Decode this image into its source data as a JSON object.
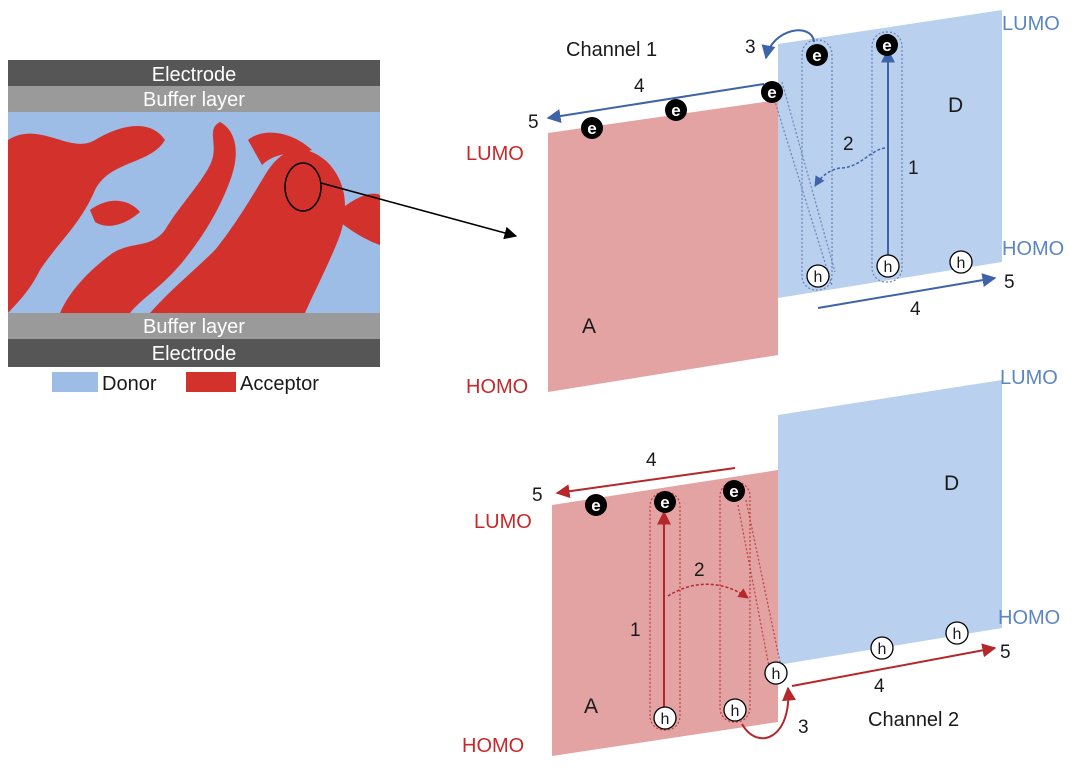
{
  "device": {
    "electrode_top": "Electrode",
    "buffer_top": "Buffer layer",
    "buffer_bottom": "Buffer layer",
    "electrode_bottom": "Electrode"
  },
  "legend": {
    "donor": "Donor",
    "acceptor": "Acceptor"
  },
  "colors": {
    "donor": "#9dbde6",
    "donor_panel": "#b9d0ee",
    "acceptor": "#d2312c",
    "acceptor_panel": "#e4a3a3",
    "electrode": "#565656",
    "buffer": "#9a9a9a",
    "red_text": "#c8282a",
    "blue_text": "#5b86c4"
  },
  "top": {
    "channel": "Channel 1",
    "lumo_a": "LUMO",
    "homo_a": "HOMO",
    "lumo_d": "LUMO",
    "homo_d": "HOMO",
    "label_a": "A",
    "label_d": "D",
    "n1": "1",
    "n2": "2",
    "n3": "3",
    "n4_top": "4",
    "n4_bottom": "4",
    "n5_left": "5",
    "n5_right": "5"
  },
  "bottom": {
    "channel": "Channel 2",
    "lumo_a": "LUMO",
    "homo_a": "HOMO",
    "lumo_d": "LUMO",
    "homo_d": "HOMO",
    "label_a": "A",
    "label_d": "D",
    "n1": "1",
    "n2": "2",
    "n3": "3",
    "n4_top": "4",
    "n4_bottom": "4",
    "n5_left": "5",
    "n5_right": "5"
  },
  "particles": {
    "electron": "e",
    "hole": "h"
  }
}
